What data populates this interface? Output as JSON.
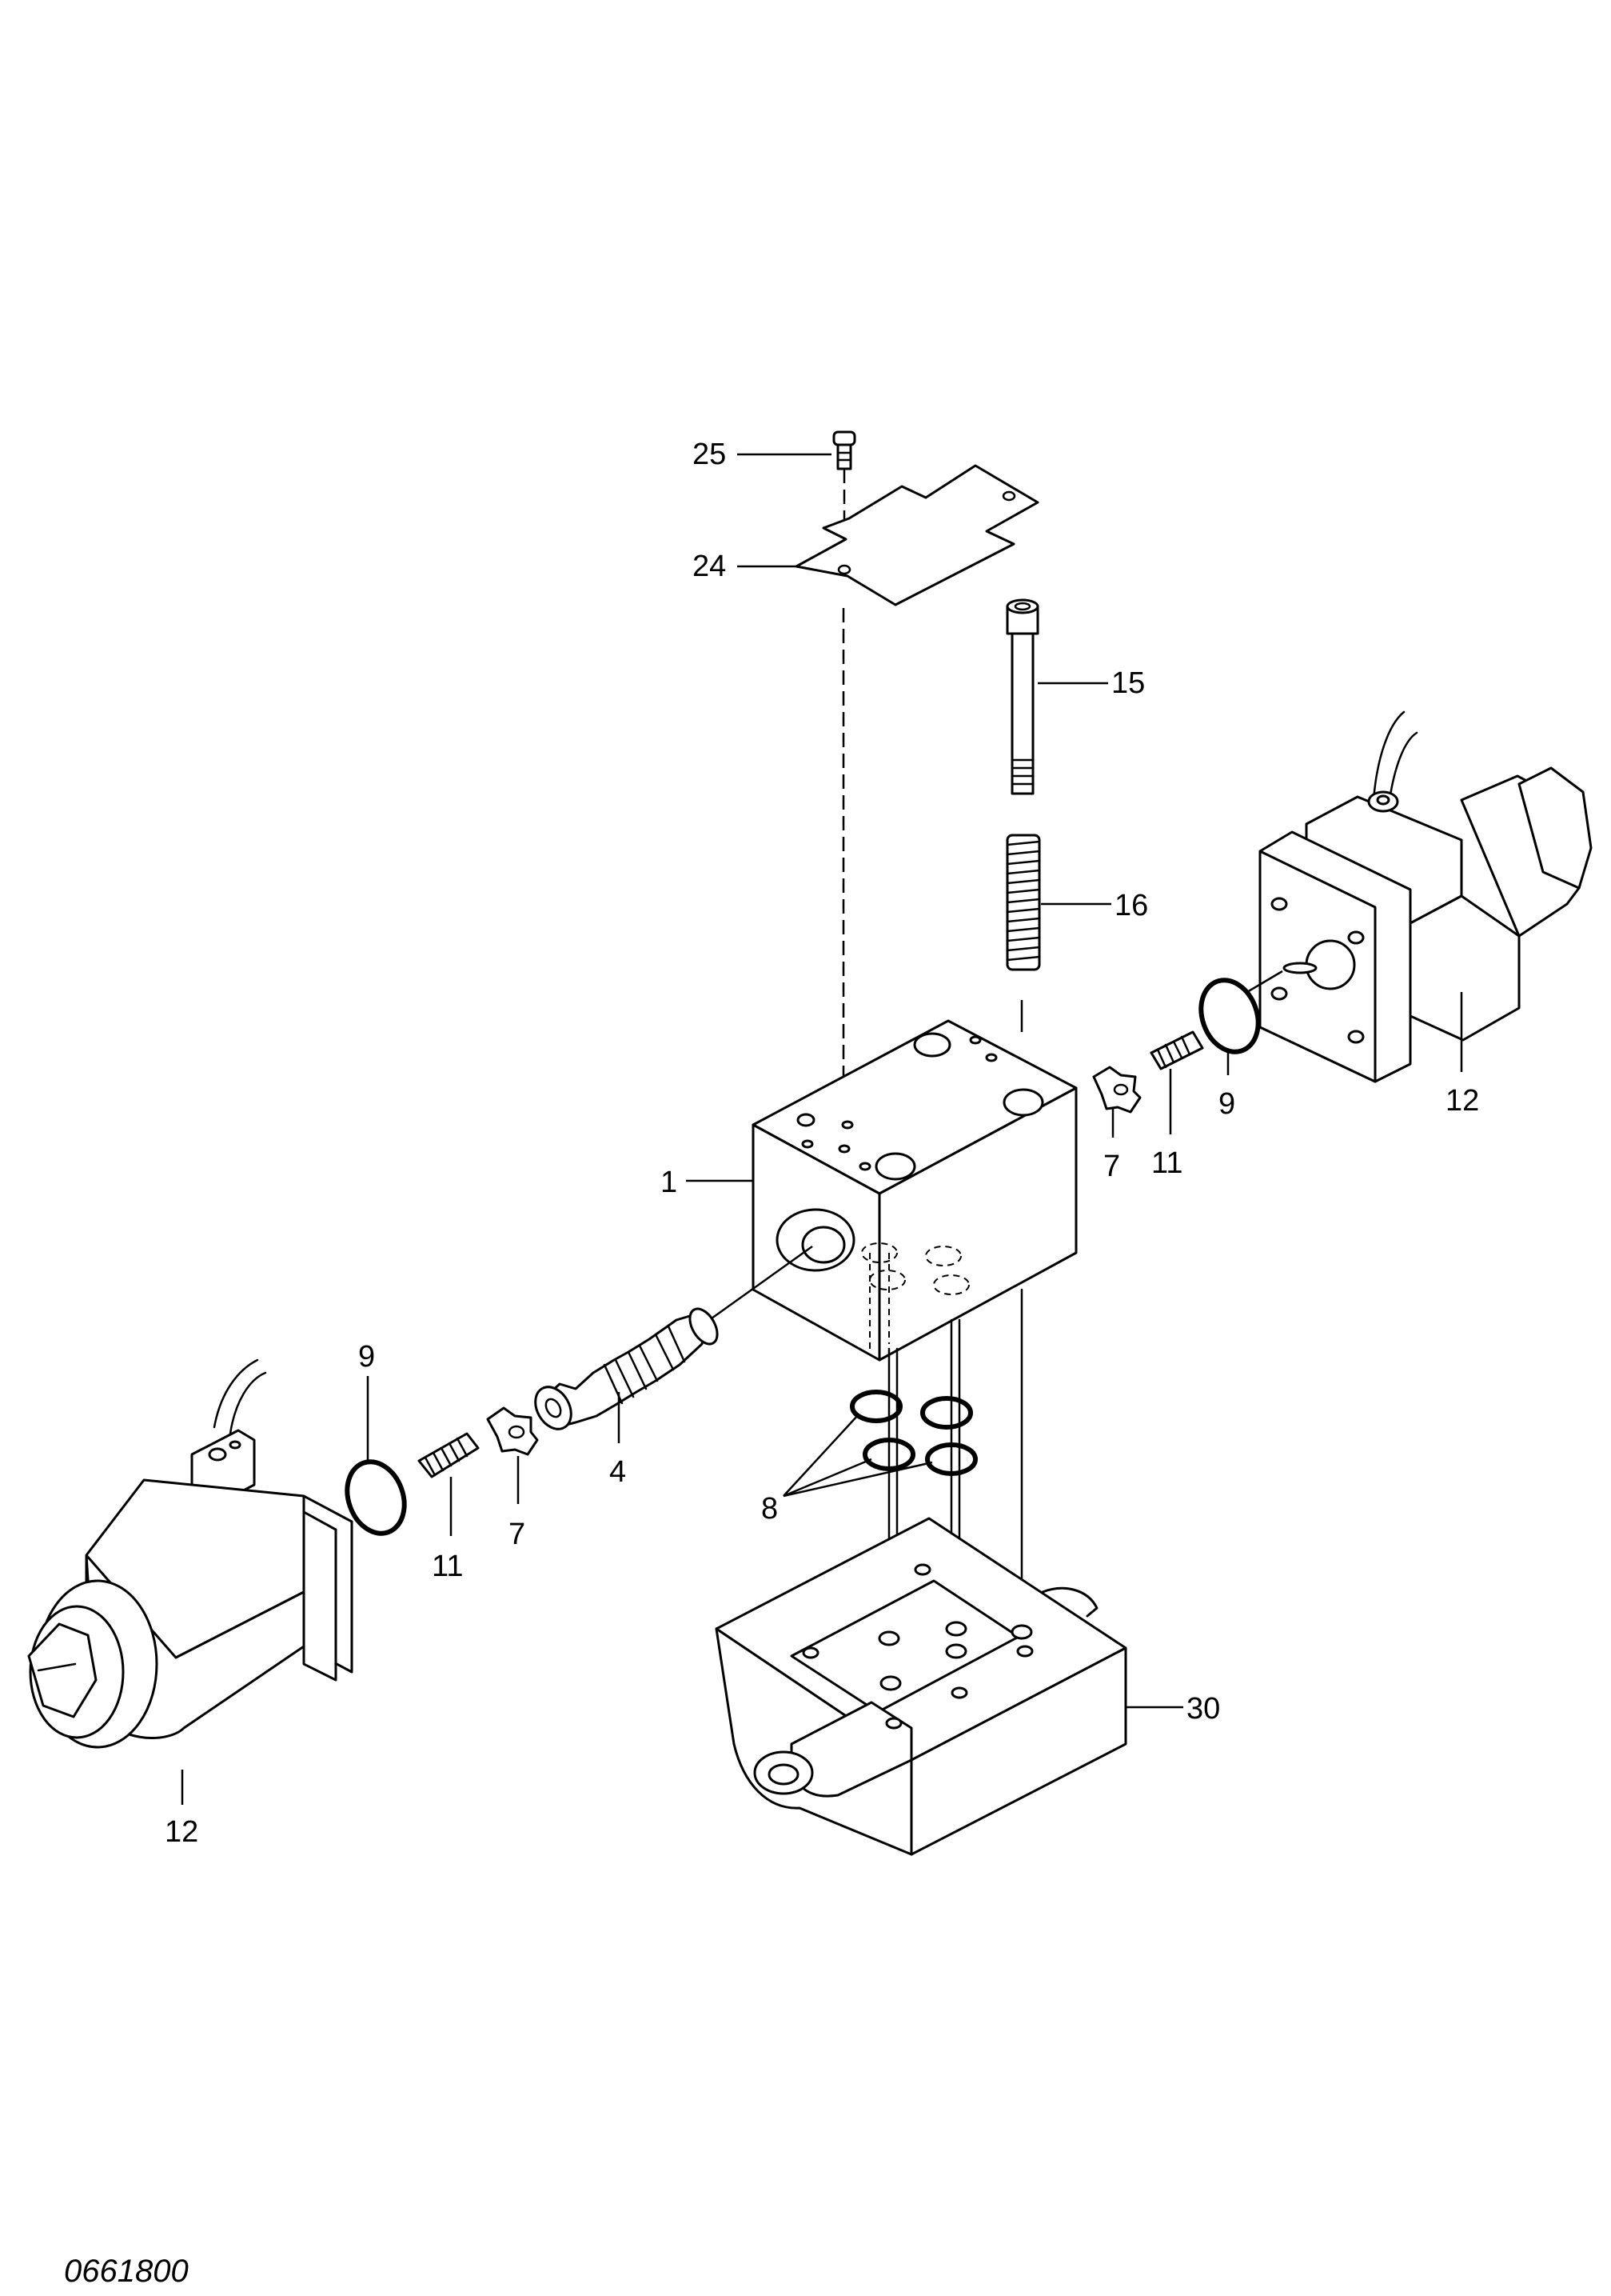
{
  "callouts": {
    "c1": "1",
    "c4": "4",
    "c7_left": "7",
    "c7_right": "7",
    "c8": "8",
    "c9_left": "9",
    "c9_right": "9",
    "c11_left": "11",
    "c11_right": "11",
    "c12_left": "12",
    "c12_right": "12",
    "c15": "15",
    "c16": "16",
    "c24": "24",
    "c25": "25",
    "c30": "30"
  },
  "figure_code": "0661800"
}
